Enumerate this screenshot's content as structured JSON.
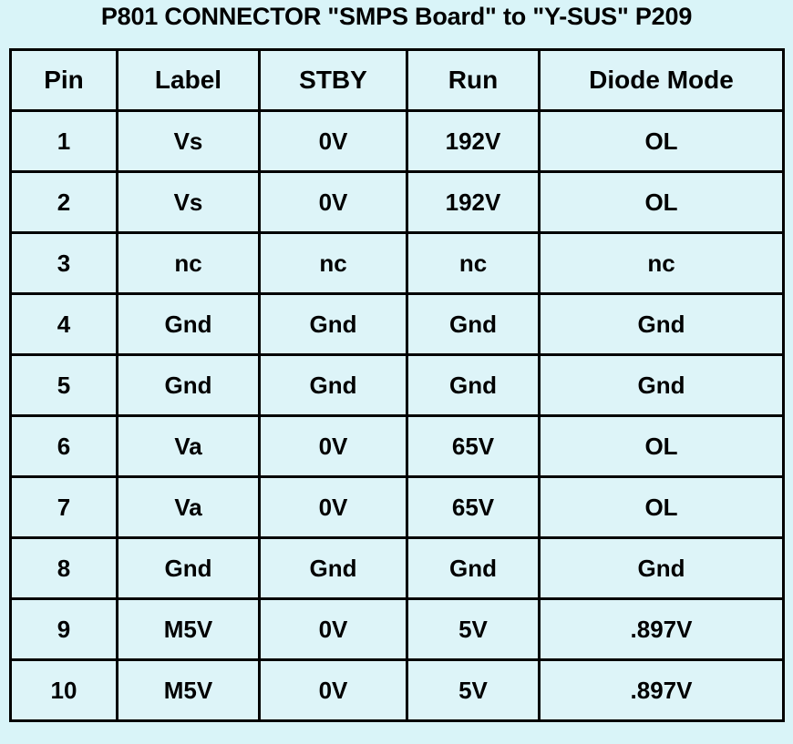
{
  "title": "P801 CONNECTOR \"SMPS Board\" to \"Y-SUS\" P209",
  "colors": {
    "background": "#d9f4f8",
    "cell_fill": "#ddf4f8",
    "border": "#000000",
    "text": "#000000"
  },
  "table": {
    "columns": [
      "Pin",
      "Label",
      "STBY",
      "Run",
      "Diode Mode"
    ],
    "rows": [
      {
        "pin": "1",
        "label": "Vs",
        "stby": "0V",
        "run": "192V",
        "diode": "OL"
      },
      {
        "pin": "2",
        "label": "Vs",
        "stby": "0V",
        "run": "192V",
        "diode": "OL"
      },
      {
        "pin": "3",
        "label": "nc",
        "stby": "nc",
        "run": "nc",
        "diode": "nc"
      },
      {
        "pin": "4",
        "label": "Gnd",
        "stby": "Gnd",
        "run": "Gnd",
        "diode": "Gnd"
      },
      {
        "pin": "5",
        "label": "Gnd",
        "stby": "Gnd",
        "run": "Gnd",
        "diode": "Gnd"
      },
      {
        "pin": "6",
        "label": "Va",
        "stby": "0V",
        "run": "65V",
        "diode": "OL"
      },
      {
        "pin": "7",
        "label": "Va",
        "stby": "0V",
        "run": "65V",
        "diode": "OL"
      },
      {
        "pin": "8",
        "label": "Gnd",
        "stby": "Gnd",
        "run": "Gnd",
        "diode": "Gnd"
      },
      {
        "pin": "9",
        "label": "M5V",
        "stby": "0V",
        "run": "5V",
        "diode": ".897V"
      },
      {
        "pin": "10",
        "label": "M5V",
        "stby": "0V",
        "run": "5V",
        "diode": ".897V"
      }
    ]
  }
}
